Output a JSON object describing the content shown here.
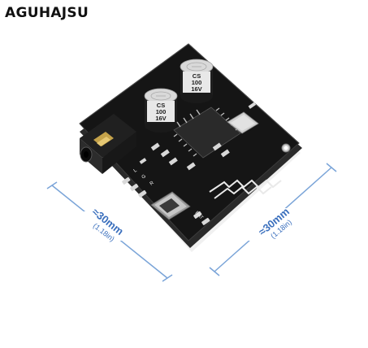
{
  "brand": {
    "name": "AGUHAJSU"
  },
  "dimensions": {
    "left": {
      "label": "≈30mm",
      "sub": "(1.18in)"
    },
    "right": {
      "label": "≈30mm",
      "sub": "(1.18in)"
    }
  },
  "board": {
    "capacitors": [
      {
        "lines": [
          "CS",
          "100",
          "16V"
        ]
      },
      {
        "lines": [
          "CS",
          "100",
          "16V"
        ]
      }
    ],
    "silkscreen": [
      "L",
      "G",
      "R",
      "BAT"
    ]
  }
}
